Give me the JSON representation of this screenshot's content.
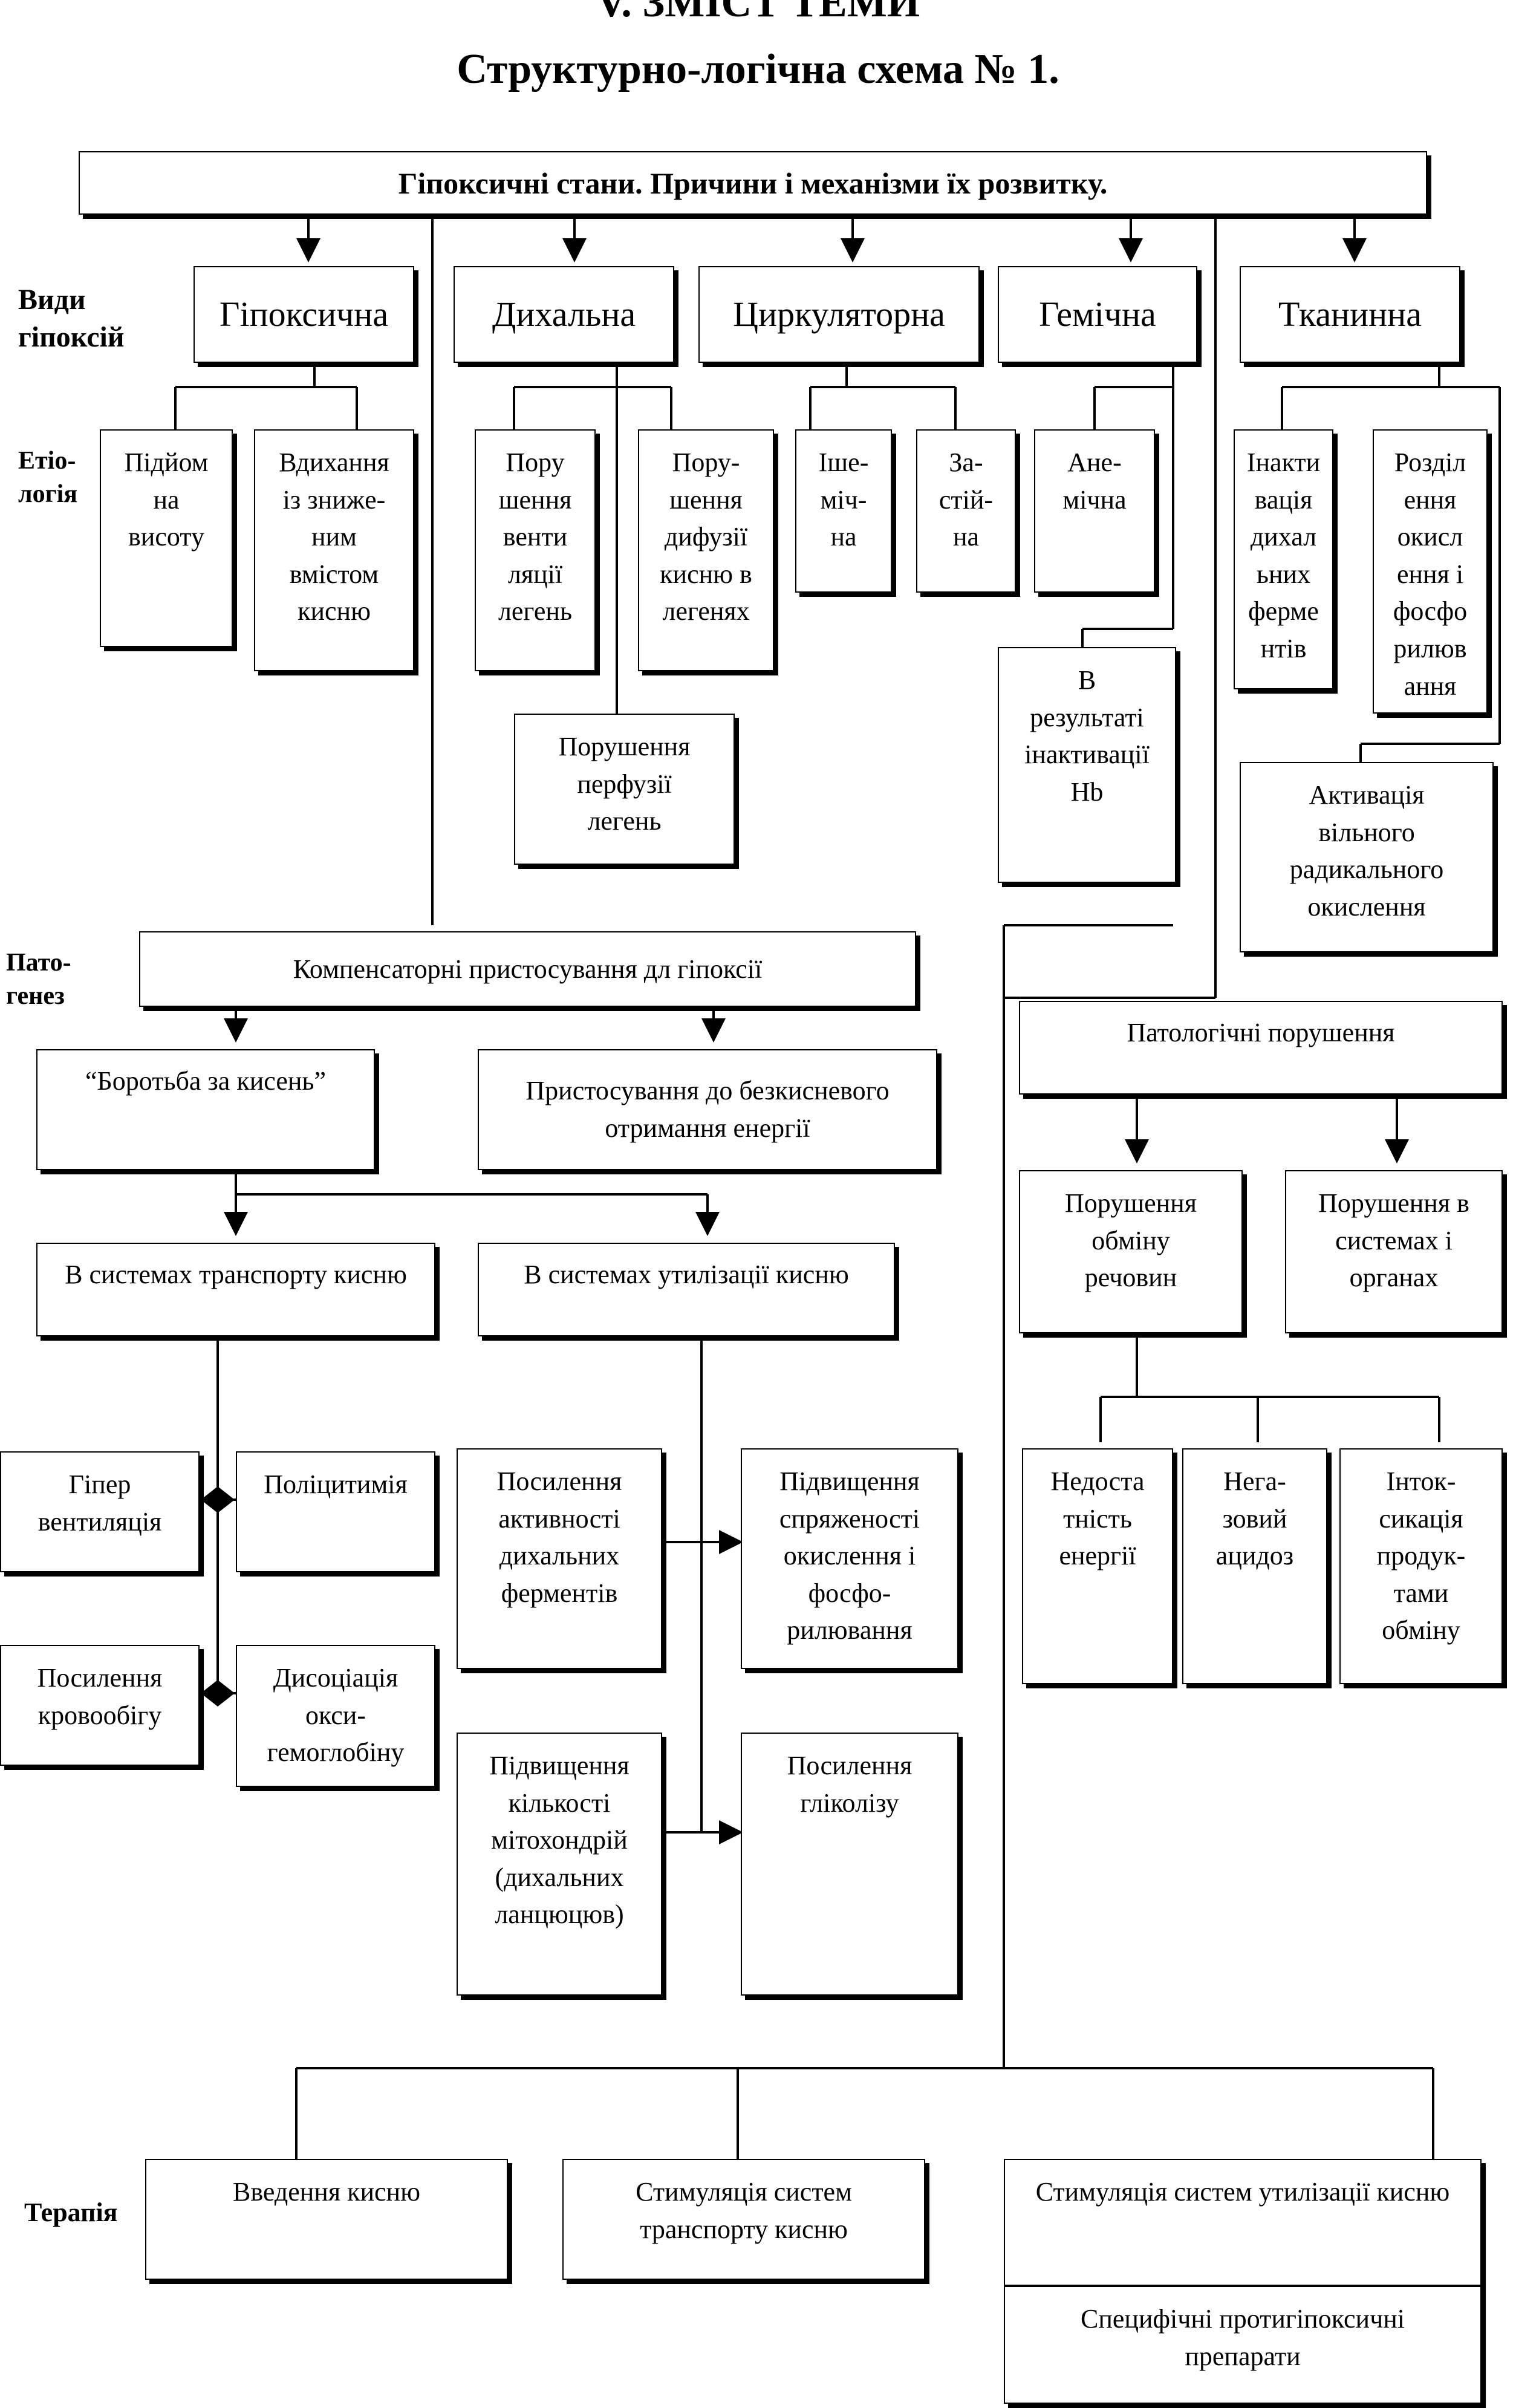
{
  "header": {
    "section_title": "V. ЗМІСТ ТЕМИ",
    "scheme_title": "Структурно-логічна схема № 1."
  },
  "root": "Гіпоксичні стани. Причини і механізми їх розвитку.",
  "row_labels": {
    "types": "Види\nгіпоксій",
    "etiology": "Етіо-\nлогія",
    "pathogenesis": "Пато-\nгенез",
    "therapy": "Терапія"
  },
  "types": {
    "hypoxic": "Гіпоксична",
    "respiratory": "Дихальна",
    "circulatory": "Циркуляторна",
    "hemic": "Гемічна",
    "tissue": "Тканинна"
  },
  "etiology": {
    "altitude": "Підйом\nна\nвисоту",
    "low_o2_breathing": "Вдихання\nіз знижe-\nним\nвмістом\nкисню",
    "ventilation": "Пору\nшення\nвенти\nляції\nлегень",
    "diffusion": "Пору-\nшення\nдифузії\nкисню в\nлегенях",
    "perfusion": "Порушення\nперфузії\nлегень",
    "ischemic": "Іше-\nміч-\nна",
    "stagnant": "За-\nстій-\nна",
    "anemic": "Ане-\nмічна",
    "hb_inactivation": "В\nрезультаті\nінактивації\nHb",
    "enzyme_inactivation": "Інакти\nвація\nдихал\nьних\nферме\nнтів",
    "uncoupling": "Розділ\nення\nокисл\nення і\nфосфо\nрилюв\nання",
    "free_radical": "Активація\nвільного\nрадикального\nокислення"
  },
  "pathogenesis": {
    "compensatory": "Компенсаторні пристосування дл гіпоксії",
    "fight_for_o2": "“Боротьба за кисень”",
    "anaerobic": "Пристосування до безкисневого\nотримання енергії",
    "transport_systems": "В системах транспорту кисню",
    "utilization_systems": "В системах утилізації кисню",
    "hyperventilation": "Гіпер\nвентиляція",
    "polycythemia": "Поліцитимія",
    "circulation": "Посилення\nкровообігу",
    "dissociation": "Дисоціація\nокси-\nгемоглобіну",
    "enzyme_activity": "Посилення\nактивності\nдихальних\nферментів",
    "coupling": "Підвищення\nспряженості\nокислення і\nфосфо-\nрилювання",
    "mitochondria": "Підвищення\nкількості\nмітохондрій\n(дихальних\nланцюцюв)",
    "glycolysis": "Посилення\nгліколізу",
    "pathological": "Патологічні порушення",
    "metabolism": "Порушення\nобміну\nречовин",
    "systems_organs": "Порушення в\nсистемах і\nорганах",
    "energy_deficit": "Недоста\nтність\nенергії",
    "acidosis": "Нега-\nзовий\nацидоз",
    "intoxication": "Інток-\nсикація\nпродук-\nтами\nобміну"
  },
  "therapy": {
    "oxygen": "Введення кисню",
    "transport_stim": "Стимуляція систем\nтранспорту кисню",
    "utilization_stim": "Стимуляція систем утилізації кисню",
    "antihypoxants": "Специфічні протигіпоксичні\nпрепарати"
  }
}
